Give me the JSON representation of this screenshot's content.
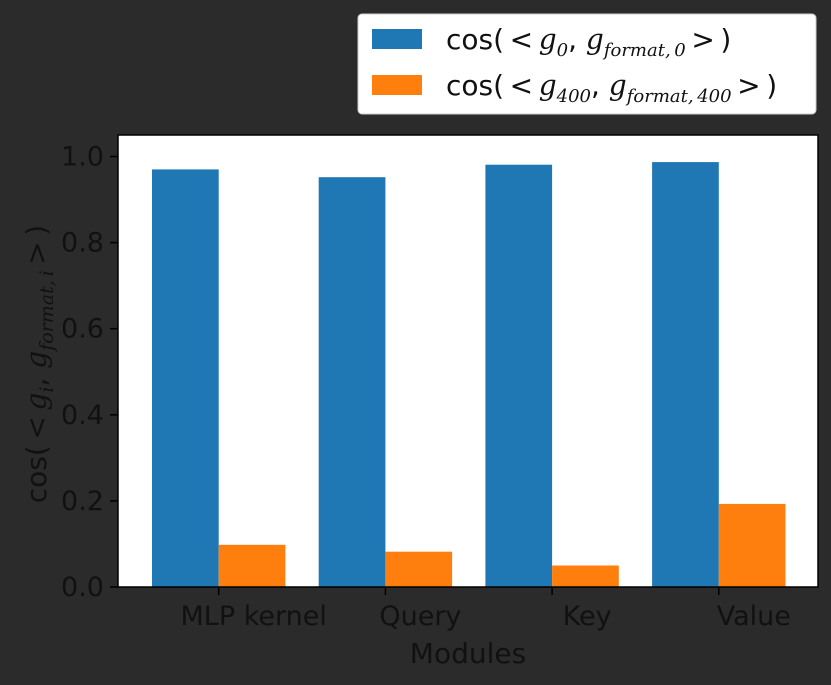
{
  "chart_data": {
    "type": "bar",
    "categories": [
      "MLP kernel",
      "Query",
      "Key",
      "Value"
    ],
    "series": [
      {
        "name": "cos(< g0, gformat,0 >)",
        "values": [
          0.97,
          0.952,
          0.981,
          0.987
        ],
        "color": "#1f77b4"
      },
      {
        "name": "cos(< g400, gformat,400 >)",
        "values": [
          0.098,
          0.082,
          0.05,
          0.193
        ],
        "color": "#ff7f0e"
      }
    ],
    "xlabel": "Modules",
    "ylabel": "cos(< gi, gformat,i >)",
    "ylim": [
      0,
      1.05
    ],
    "yticks": [
      "0.0",
      "0.2",
      "0.4",
      "0.6",
      "0.8",
      "1.0"
    ],
    "grid": false,
    "legend_position": "top-right (above plot)"
  },
  "legend": {
    "entries": [
      {
        "prefix": "cos( < ",
        "g1": "g",
        "s1": "0",
        "g2": "g",
        "s2": "format, 0",
        "suffix": " > )"
      },
      {
        "prefix": "cos( < ",
        "g1": "g",
        "s1": "400",
        "g2": "g",
        "s2": "format, 400",
        "suffix": " > )"
      }
    ]
  },
  "ylabel_parts": {
    "prefix": "cos( < ",
    "g1": "g",
    "s1": "i",
    "g2": "g",
    "s2": "format, i",
    "suffix": " > )"
  }
}
